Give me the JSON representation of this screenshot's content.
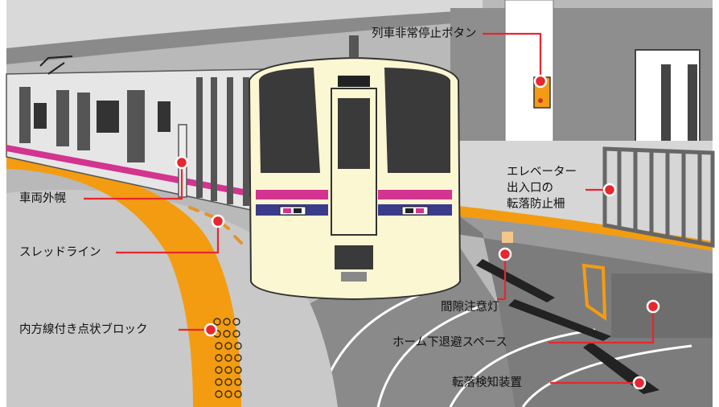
{
  "colors": {
    "callout_line": "#e8262e",
    "yellow_line": "#f39c12",
    "train_body": "#fbf7d2",
    "magenta_stripe": "#d2348f",
    "blue_stripe": "#3b3b8c",
    "platform": "#cfcfcf"
  },
  "labels": {
    "emergency_button": "列車非常停止ボタン",
    "elevator_fence": [
      "エレベーター",
      "出入口の",
      "転落防止柵"
    ],
    "hood": "車両外幌",
    "sled_line": "スレッドライン",
    "gap_light": "間隙注意灯",
    "tactile_block": "内方線付き点状ブロック",
    "refuge_space": "ホーム下退避スペース",
    "fall_detector": "転落検知装置"
  }
}
